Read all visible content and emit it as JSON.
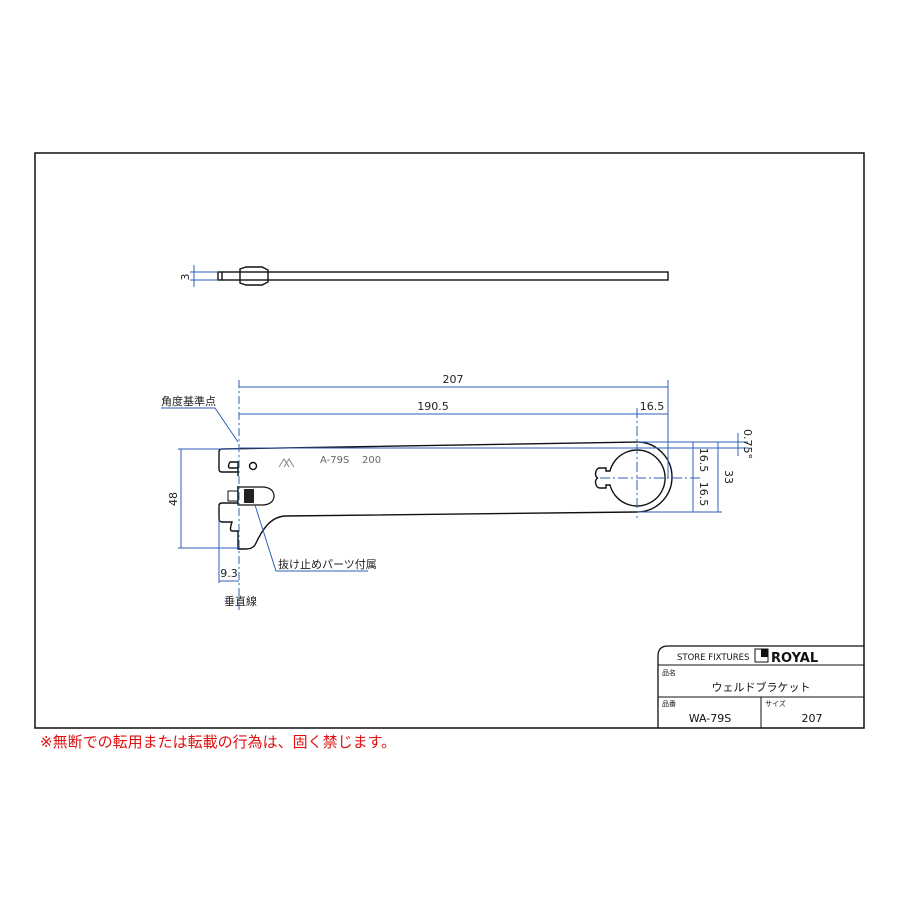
{
  "drawing": {
    "top_view": {
      "thickness_label": "3"
    },
    "side_view": {
      "engraving_model": "A-79S",
      "engraving_size": "200",
      "dims": {
        "overall_length": "207",
        "to_center": "190.5",
        "end_radius": "16.5",
        "height": "48",
        "hook_offset": "9.3",
        "half_upper": "16.5",
        "half_lower": "16.5",
        "end_height": "33",
        "angle": "0.75°"
      },
      "callouts": {
        "angle_reference": "角度基準点",
        "retainer_part": "抜け止めパーツ付属",
        "vertical_line": "垂直線"
      }
    }
  },
  "title_block": {
    "company": "STORE FIXTURES",
    "brand": "ROYAL",
    "name_label": "品名",
    "name_value": "ウェルドブラケット",
    "code_label": "品番",
    "code_value": "WA-79S",
    "size_label": "サイズ",
    "size_value": "207"
  },
  "copyright_notice": "※無断での転用または転載の行為は、固く禁じます。"
}
